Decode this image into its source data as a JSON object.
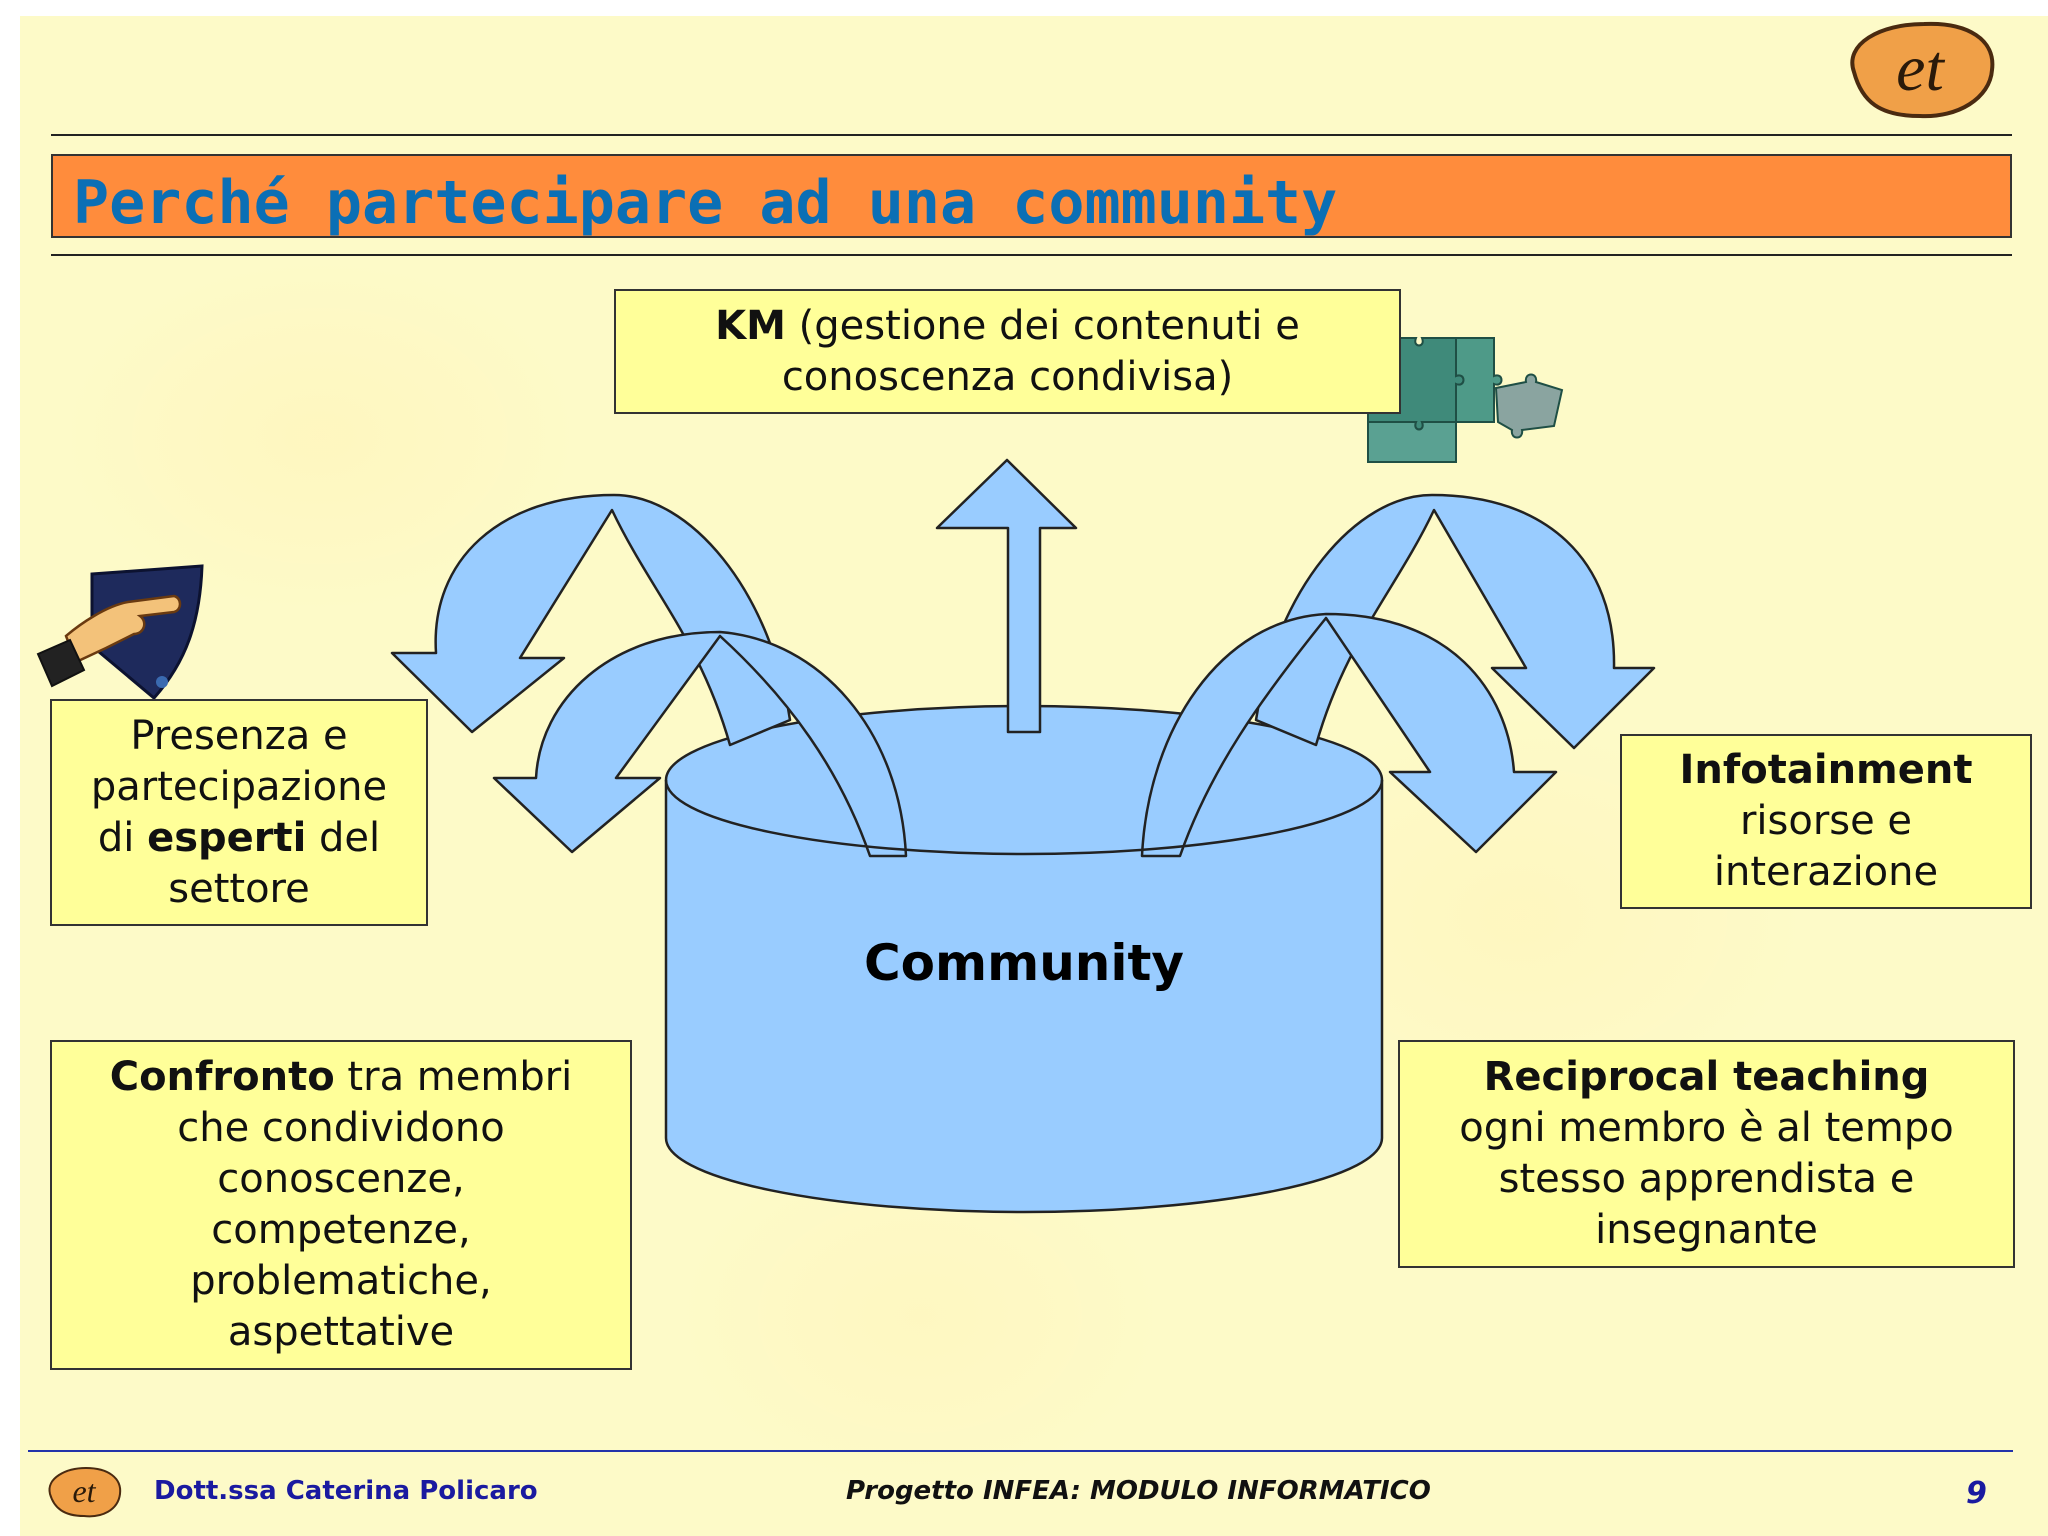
{
  "slide": {
    "title": "Perché partecipare ad una community",
    "center_label": "Community",
    "boxes": {
      "km": {
        "bold": "KM",
        "rest": " (gestione dei contenuti e",
        "line2": "conoscenza condivisa)"
      },
      "presenza": {
        "line1": "Presenza e",
        "line2": "partecipazione",
        "line3_pre": "di ",
        "line3_bold": "esperti",
        "line3_post": " del",
        "line4": "settore"
      },
      "infotainment": {
        "bold": "Infotainment",
        "line2": "risorse e",
        "line3": "interazione"
      },
      "confronto": {
        "bold": "Confronto",
        "rest": " tra membri",
        "line2": "che condividono",
        "line3": "conoscenze,",
        "line4": "competenze,",
        "line5": "problematiche,",
        "line6": "aspettative"
      },
      "reciprocal": {
        "bold": "Reciprocal teaching",
        "line2": "ogni membro è al tempo",
        "line3": "stesso apprendista e",
        "line4": "insegnante"
      }
    },
    "logo_text": "et"
  },
  "footer": {
    "author": "Dott.ssa Caterina Policaro",
    "project": "Progetto INFEA: MODULO INFORMATICO",
    "page": "9",
    "logo_text": "et"
  },
  "colors": {
    "background": "#fdfac8",
    "title_bar": "#ff8c3c",
    "title_text": "#0b6fb5",
    "box_fill": "#ffff99",
    "shape_fill": "#99ccff",
    "footer_text": "#1a1aa0"
  },
  "icons": [
    "puzzle-icon",
    "hand-pointer-icon",
    "et-logo"
  ]
}
